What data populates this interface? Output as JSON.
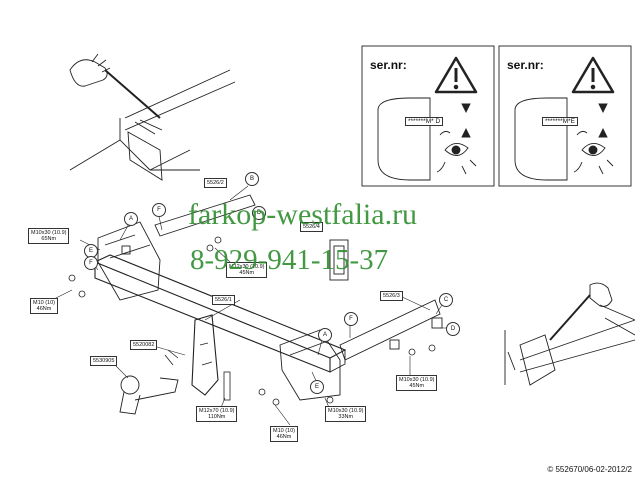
{
  "watermark": {
    "site": "farkop-westfalia.ru",
    "phone": "8-929-941-15-37"
  },
  "panels": [
    {
      "title": "ser.nr:",
      "serial": "*******M* D"
    },
    {
      "title": "ser.nr:",
      "serial": "*******M*E"
    }
  ],
  "parts": {
    "p1": "5526/2",
    "p2": "5526/1",
    "p3": "5526/3",
    "p4": "5526/4",
    "p5": "5520082",
    "p6": "5530905"
  },
  "bolts": {
    "b1": [
      "M10x30 (10.9)",
      "65Nm"
    ],
    "b2": [
      "M10 (10)",
      "46Nm"
    ],
    "b3": [
      "M12x30 (10.9)",
      "45Nm"
    ],
    "b4": [
      "M12x70 (10.9)",
      "110Nm"
    ],
    "b5": [
      "M10 (10)",
      "46Nm"
    ],
    "b6": [
      "M10x30 (10.9)",
      "33Nm"
    ],
    "b7": [
      "M10x30 (10.9)",
      "45Nm"
    ]
  },
  "callouts": [
    "A",
    "B",
    "C",
    "D",
    "E",
    "F"
  ],
  "copyright": "© 552670/06-02-2012/2"
}
